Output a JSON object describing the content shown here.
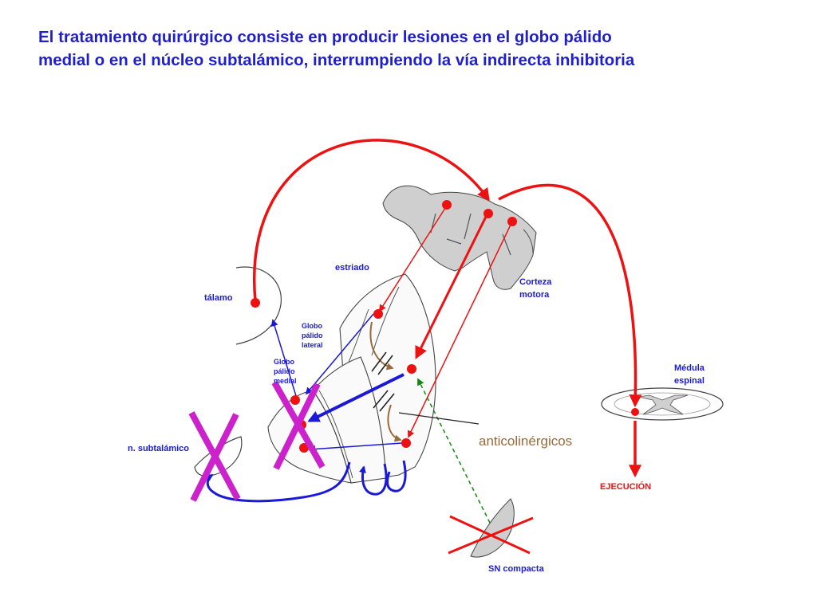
{
  "title": {
    "line1": "El tratamiento quirúrgico consiste en producir lesiones en el globo pálido",
    "line2": "medial o en el núcleo subtalámico, interrumpiendo la vía indirecta inhibitoria"
  },
  "labels": {
    "estriado": "estriado",
    "talamo": "tálamo",
    "corteza": [
      "Corteza",
      "motora"
    ],
    "gp_lateral": [
      "Globo",
      "pálido",
      "lateral"
    ],
    "gp_medial": [
      "Globo",
      "pálido",
      "medial"
    ],
    "medula": [
      "Médula",
      "espinal"
    ],
    "subtalamico": "n. subtalámico",
    "anticolinergicos": "anticolinérgicos",
    "ejecucion": "EJECUCIÓN",
    "sn_compacta": "SN compacta"
  },
  "colors": {
    "title": "#1f1fd0",
    "excitatory": "#ee1111",
    "inhibitory": "#1a1ad6",
    "dopamine": "#118811",
    "cholinergic": "#9a6a3a",
    "lesion": "#cc22cc",
    "tissue": "#cfcfcf",
    "outline": "#333333"
  }
}
